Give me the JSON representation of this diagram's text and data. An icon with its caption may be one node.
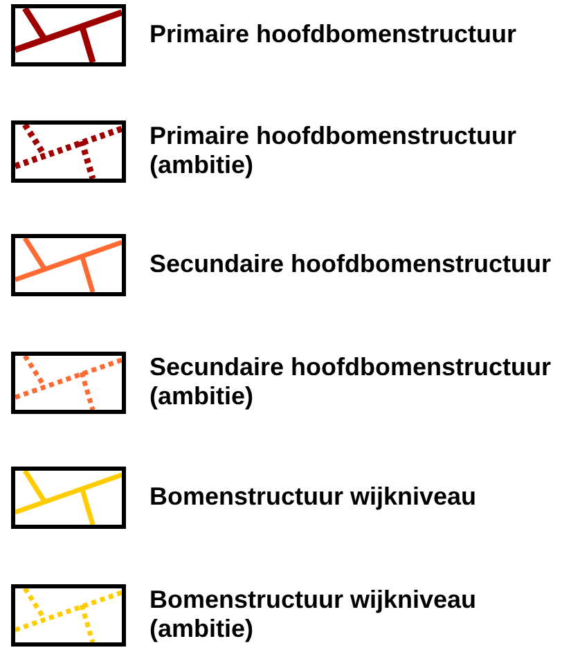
{
  "diagram": {
    "legend": [
      {
        "text": "Primaire hoofdbomenstructuur"
      },
      {
        "text": "Primaire hoofdbomenstructuur (ambitie)"
      },
      {
        "text": "Secundaire hoofdbomenstructuur"
      },
      {
        "text": "Secundaire hoofdbomenstructuur (ambitie)"
      },
      {
        "text": "Bomenstructuur wijkniveau"
      },
      {
        "text": "Bomenstructuur wijkniveau (ambitie)"
      }
    ]
  }
}
